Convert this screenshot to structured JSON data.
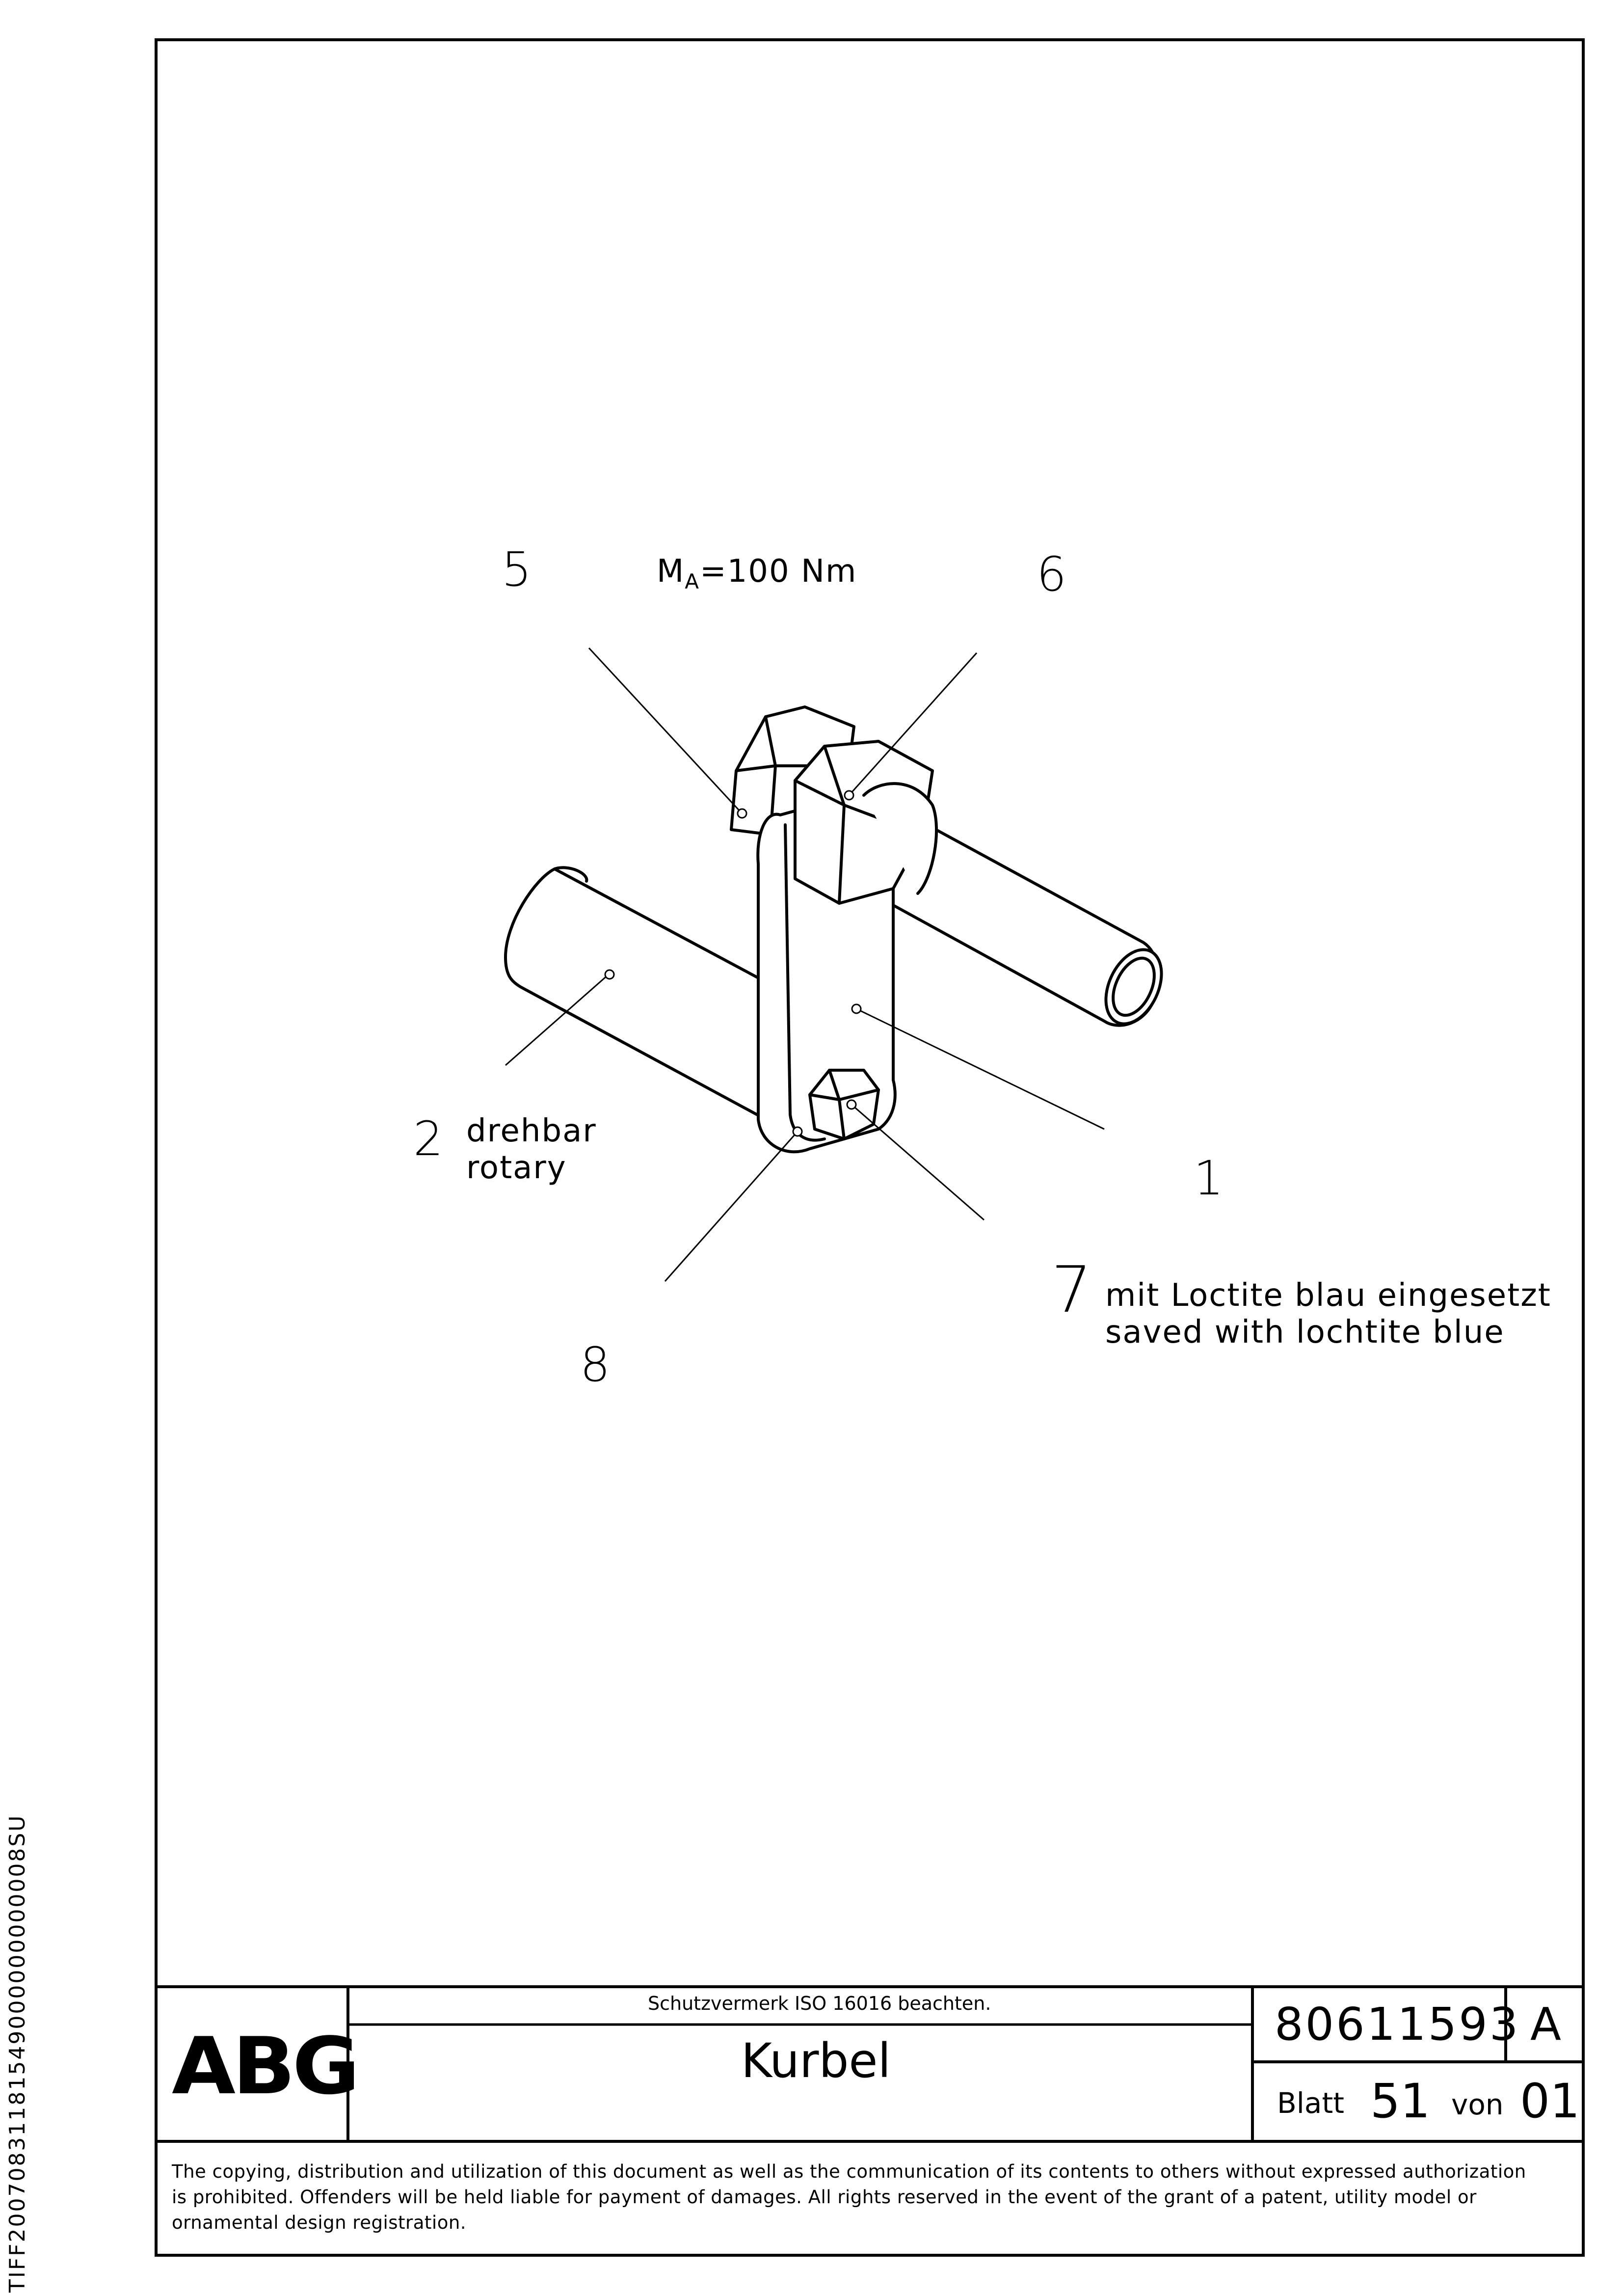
{
  "side_code": "TIFF20070831181549000000000008SU",
  "callouts": {
    "n1": "1",
    "n2": "2",
    "n5": "5",
    "n6": "6",
    "n7": "7",
    "n8": "8",
    "torque_main": "M",
    "torque_sub": "A",
    "torque_value": "=100 Nm",
    "note2_de": "drehbar",
    "note2_en": "rotary",
    "note7_de": "mit Loctite blau eingesetzt",
    "note7_en": "saved with lochtite blue"
  },
  "title_block": {
    "logo": "ABG",
    "protection_note": "Schutzvermerk ISO 16016 beachten.",
    "title": "Kurbel",
    "doc_number": "80611593",
    "revision": "A",
    "sheet_label": "Blatt",
    "sheet_number": "51",
    "of_label": "von",
    "total_sheets": "01"
  },
  "disclaimer": "The copying, distribution and utilization of this document as well as the communication of its contents to others without expressed authorization is prohibited. Offenders will be held liable for payment of damages. All rights reserved in the event of the grant of a patent, utility model or ornamental design registration."
}
